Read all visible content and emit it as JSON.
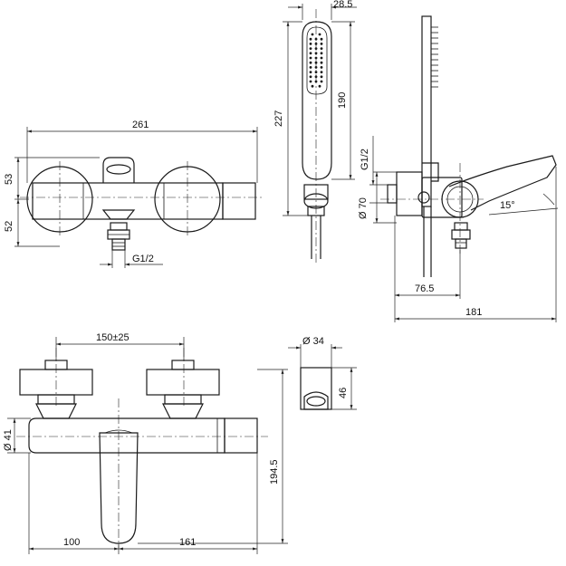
{
  "dimensions": {
    "handshower_width": "28.5",
    "handshower_head_length": "190",
    "handshower_total_length": "227",
    "body_width": "261",
    "body_upper_height": "53",
    "body_lower_height": "52",
    "outlet_thread": "G1/2",
    "side_inlet_thread": "G1/2",
    "side_body_diameter": "Ø 70",
    "lever_angle": "15°",
    "side_depth_inlet": "76.5",
    "side_depth_total": "181",
    "inlet_centers": "150±25",
    "handle_diameter": "Ø 41",
    "holder_diameter": "Ø 34",
    "holder_height": "46",
    "front_total_height": "194.5",
    "front_left_offset": "100",
    "front_right_offset": "161"
  }
}
